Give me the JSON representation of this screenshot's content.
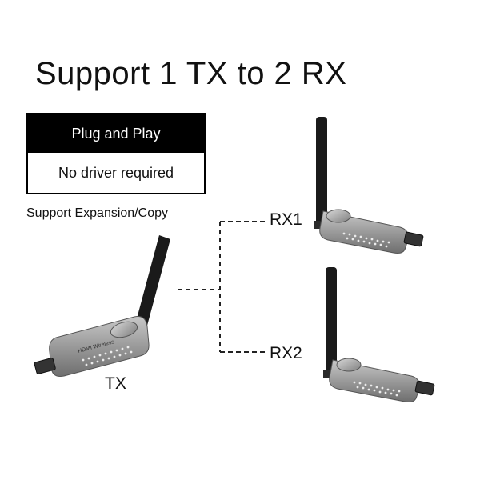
{
  "headline": "Support 1 TX to 2 RX",
  "features": {
    "primary": "Plug and Play",
    "secondary": "No driver required"
  },
  "expansion_label": "Support Expansion/Copy",
  "devices": {
    "tx_label": "TX",
    "rx1_label": "RX1",
    "rx2_label": "RX2",
    "body_print": "HDMI Wireless"
  },
  "colors": {
    "text": "#111111",
    "box_fill": "#000000",
    "device_body": "#9a9a9a",
    "antenna": "#1a1a1a"
  }
}
